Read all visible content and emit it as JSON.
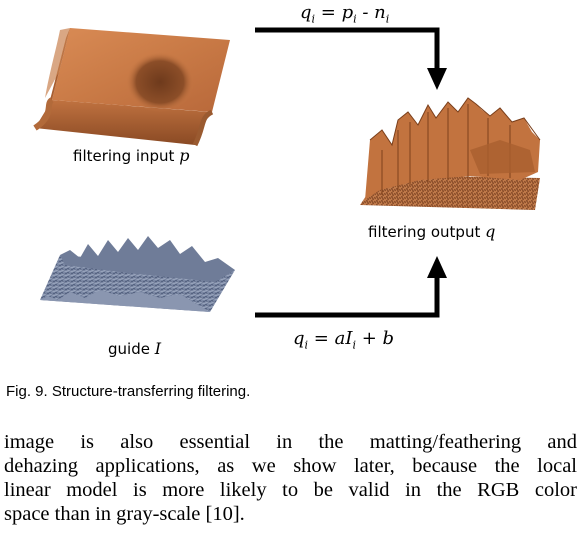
{
  "figure": {
    "input_label": {
      "text": "filtering input",
      "var": "p"
    },
    "guide_label": {
      "text": "guide",
      "var": "I"
    },
    "output_label": {
      "text": "filtering output",
      "var": "q"
    },
    "top_equation": {
      "lhs": "q",
      "lhs_sub": "i",
      "mid": "= p",
      "mid_sub": "i",
      "rhs": " - n",
      "rhs_sub": "i"
    },
    "bottom_equation": {
      "lhs": "q",
      "lhs_sub": "i",
      "mid": "= aI",
      "mid_sub": "i",
      "rhs": " + b"
    }
  },
  "caption": "Fig. 9. Structure-transferring filtering.",
  "body_lines": [
    "image is also essential in the matting/feathering and",
    "dehazing applications, as we show later, because the local",
    "linear model is more likely to be valid in the RGB color",
    "space than in gray-scale [10]."
  ]
}
